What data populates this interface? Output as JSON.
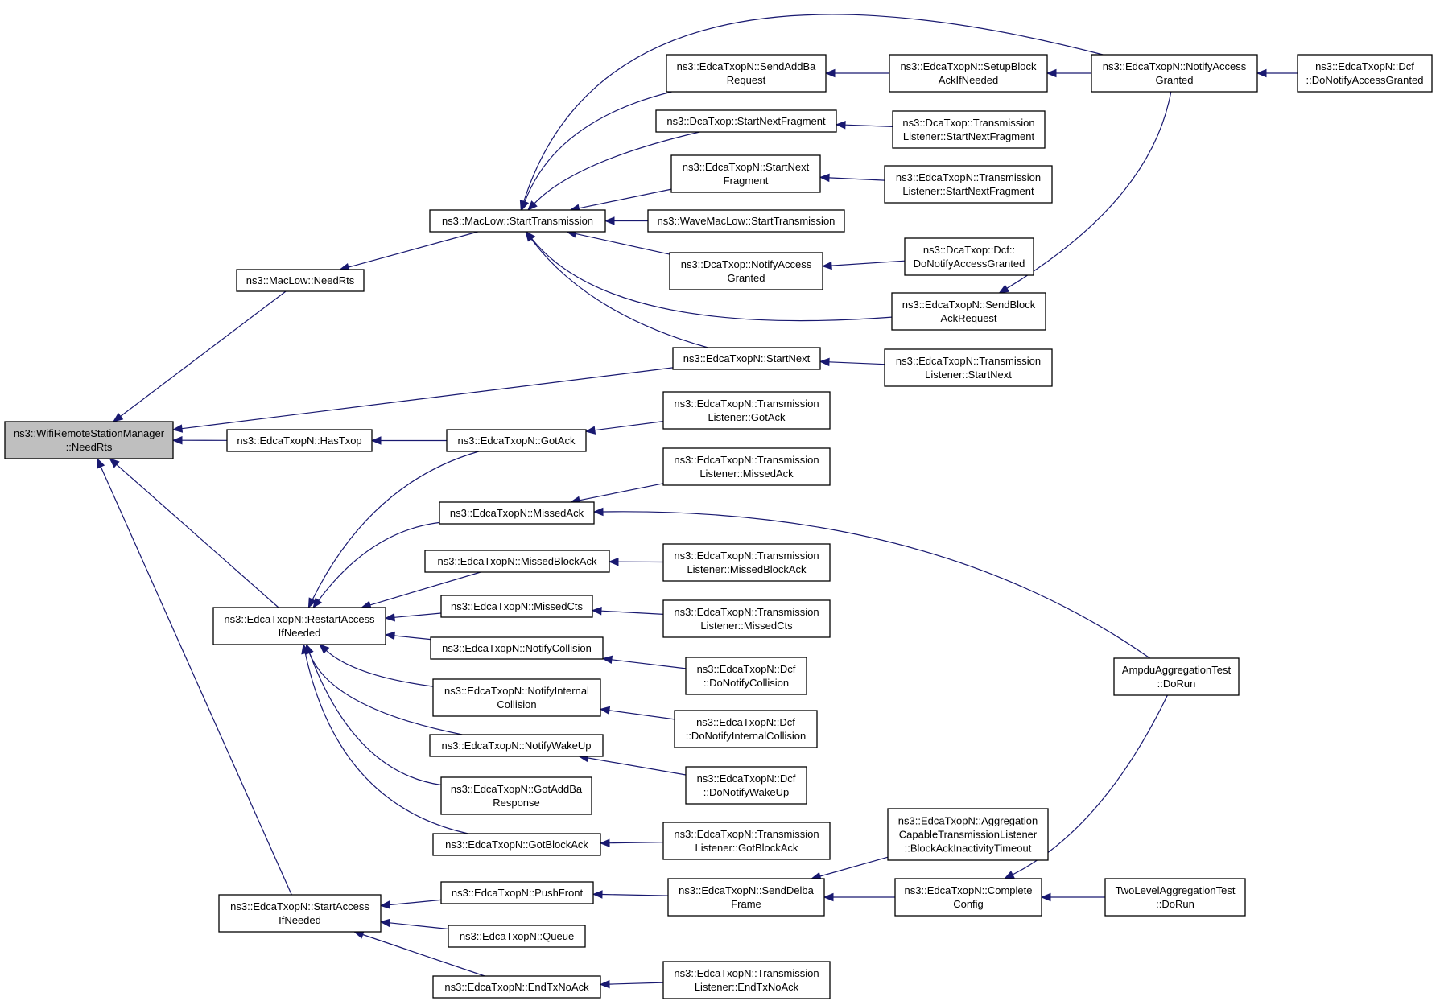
{
  "graph": {
    "accent_color": "#191970",
    "root_fill": "#bfbfbf",
    "nodes": [
      {
        "id": "root",
        "lines": [
          "ns3::WifiRemoteStationManager",
          "::NeedRts"
        ],
        "root": true
      },
      {
        "id": "mlNeedRts",
        "lines": [
          "ns3::MacLow::NeedRts"
        ]
      },
      {
        "id": "hasTxop",
        "lines": [
          "ns3::EdcaTxopN::HasTxop"
        ]
      },
      {
        "id": "restart",
        "lines": [
          "ns3::EdcaTxopN::RestartAccess",
          "IfNeeded"
        ]
      },
      {
        "id": "startAccess",
        "lines": [
          "ns3::EdcaTxopN::StartAccess",
          "IfNeeded"
        ]
      },
      {
        "id": "mlStartTx",
        "lines": [
          "ns3::MacLow::StartTransmission"
        ]
      },
      {
        "id": "startNext",
        "lines": [
          "ns3::EdcaTxopN::StartNext"
        ]
      },
      {
        "id": "gotAck",
        "lines": [
          "ns3::EdcaTxopN::GotAck"
        ]
      },
      {
        "id": "missedAck",
        "lines": [
          "ns3::EdcaTxopN::MissedAck"
        ]
      },
      {
        "id": "missedBA",
        "lines": [
          "ns3::EdcaTxopN::MissedBlockAck"
        ]
      },
      {
        "id": "missedCts",
        "lines": [
          "ns3::EdcaTxopN::MissedCts"
        ]
      },
      {
        "id": "notifyColl",
        "lines": [
          "ns3::EdcaTxopN::NotifyCollision"
        ]
      },
      {
        "id": "notifyIntColl",
        "lines": [
          "ns3::EdcaTxopN::NotifyInternal",
          "Collision"
        ]
      },
      {
        "id": "notifyWake",
        "lines": [
          "ns3::EdcaTxopN::NotifyWakeUp"
        ]
      },
      {
        "id": "gotAddBa",
        "lines": [
          "ns3::EdcaTxopN::GotAddBa",
          "Response"
        ]
      },
      {
        "id": "gotBA",
        "lines": [
          "ns3::EdcaTxopN::GotBlockAck"
        ]
      },
      {
        "id": "pushFront",
        "lines": [
          "ns3::EdcaTxopN::PushFront"
        ]
      },
      {
        "id": "queue",
        "lines": [
          "ns3::EdcaTxopN::Queue"
        ]
      },
      {
        "id": "endTxNoAck",
        "lines": [
          "ns3::EdcaTxopN::EndTxNoAck"
        ]
      },
      {
        "id": "sendAddBa",
        "lines": [
          "ns3::EdcaTxopN::SendAddBa",
          "Request"
        ]
      },
      {
        "id": "dcaStartNextFrag",
        "lines": [
          "ns3::DcaTxop::StartNextFragment"
        ]
      },
      {
        "id": "edcaStartNextFrag",
        "lines": [
          "ns3::EdcaTxopN::StartNext",
          "Fragment"
        ]
      },
      {
        "id": "waveStartTx",
        "lines": [
          "ns3::WaveMacLow::StartTransmission"
        ]
      },
      {
        "id": "dcaNotifyAccess",
        "lines": [
          "ns3::DcaTxop::NotifyAccess",
          "Granted"
        ]
      },
      {
        "id": "setupBA",
        "lines": [
          "ns3::EdcaTxopN::SetupBlock",
          "AckIfNeeded"
        ]
      },
      {
        "id": "dcaTLStartNextFrag",
        "lines": [
          "ns3::DcaTxop::Transmission",
          "Listener::StartNextFragment"
        ]
      },
      {
        "id": "edcaTLStartNextFrag",
        "lines": [
          "ns3::EdcaTxopN::Transmission",
          "Listener::StartNextFragment"
        ]
      },
      {
        "id": "dcaDcfNotify",
        "lines": [
          "ns3::DcaTxop::Dcf::",
          "DoNotifyAccessGranted"
        ]
      },
      {
        "id": "sendBAReq",
        "lines": [
          "ns3::EdcaTxopN::SendBlock",
          "AckRequest"
        ]
      },
      {
        "id": "tlStartNext",
        "lines": [
          "ns3::EdcaTxopN::Transmission",
          "Listener::StartNext"
        ]
      },
      {
        "id": "edcaNotifyAccess",
        "lines": [
          "ns3::EdcaTxopN::NotifyAccess",
          "Granted"
        ]
      },
      {
        "id": "edcaDcfNotify",
        "lines": [
          "ns3::EdcaTxopN::Dcf",
          "::DoNotifyAccessGranted"
        ]
      },
      {
        "id": "tlGotAck",
        "lines": [
          "ns3::EdcaTxopN::Transmission",
          "Listener::GotAck"
        ]
      },
      {
        "id": "tlMissedAck",
        "lines": [
          "ns3::EdcaTxopN::Transmission",
          "Listener::MissedAck"
        ]
      },
      {
        "id": "tlMissedBA",
        "lines": [
          "ns3::EdcaTxopN::Transmission",
          "Listener::MissedBlockAck"
        ]
      },
      {
        "id": "tlMissedCts",
        "lines": [
          "ns3::EdcaTxopN::Transmission",
          "Listener::MissedCts"
        ]
      },
      {
        "id": "dcfNotifyColl",
        "lines": [
          "ns3::EdcaTxopN::Dcf",
          "::DoNotifyCollision"
        ]
      },
      {
        "id": "dcfNotifyIntColl",
        "lines": [
          "ns3::EdcaTxopN::Dcf",
          "::DoNotifyInternalCollision"
        ]
      },
      {
        "id": "dcfNotifyWake",
        "lines": [
          "ns3::EdcaTxopN::Dcf",
          "::DoNotifyWakeUp"
        ]
      },
      {
        "id": "tlGotBA",
        "lines": [
          "ns3::EdcaTxopN::Transmission",
          "Listener::GotBlockAck"
        ]
      },
      {
        "id": "sendDelba",
        "lines": [
          "ns3::EdcaTxopN::SendDelba",
          "Frame"
        ]
      },
      {
        "id": "tlEndTxNoAck",
        "lines": [
          "ns3::EdcaTxopN::Transmission",
          "Listener::EndTxNoAck"
        ]
      },
      {
        "id": "aggBAInact",
        "lines": [
          "ns3::EdcaTxopN::Aggregation",
          "CapableTransmissionListener",
          "::BlockAckInactivityTimeout"
        ]
      },
      {
        "id": "completeConfig",
        "lines": [
          "ns3::EdcaTxopN::Complete",
          "Config"
        ]
      },
      {
        "id": "ampduTest",
        "lines": [
          "AmpduAggregationTest",
          "::DoRun"
        ]
      },
      {
        "id": "twoLevelTest",
        "lines": [
          "TwoLevelAggregationTest",
          "::DoRun"
        ]
      }
    ],
    "edges": [
      [
        "mlNeedRts",
        "root"
      ],
      [
        "startNext",
        "root"
      ],
      [
        "hasTxop",
        "root"
      ],
      [
        "restart",
        "root"
      ],
      [
        "startAccess",
        "root"
      ],
      [
        "mlStartTx",
        "mlNeedRts"
      ],
      [
        "gotAck",
        "hasTxop"
      ],
      [
        "sendAddBa",
        "mlStartTx"
      ],
      [
        "dcaStartNextFrag",
        "mlStartTx"
      ],
      [
        "edcaStartNextFrag",
        "mlStartTx"
      ],
      [
        "waveStartTx",
        "mlStartTx"
      ],
      [
        "dcaNotifyAccess",
        "mlStartTx"
      ],
      [
        "sendBAReq",
        "mlStartTx"
      ],
      [
        "startNext",
        "mlStartTx"
      ],
      [
        "edcaNotifyAccess",
        "mlStartTx"
      ],
      [
        "setupBA",
        "sendAddBa"
      ],
      [
        "edcaNotifyAccess",
        "setupBA"
      ],
      [
        "edcaDcfNotify",
        "edcaNotifyAccess"
      ],
      [
        "dcaTLStartNextFrag",
        "dcaStartNextFrag"
      ],
      [
        "edcaTLStartNextFrag",
        "edcaStartNextFrag"
      ],
      [
        "dcaDcfNotify",
        "dcaNotifyAccess"
      ],
      [
        "edcaNotifyAccess",
        "sendBAReq"
      ],
      [
        "tlStartNext",
        "startNext"
      ],
      [
        "tlGotAck",
        "gotAck"
      ],
      [
        "gotAck",
        "restart"
      ],
      [
        "missedAck",
        "restart"
      ],
      [
        "missedBA",
        "restart"
      ],
      [
        "missedCts",
        "restart"
      ],
      [
        "notifyColl",
        "restart"
      ],
      [
        "notifyIntColl",
        "restart"
      ],
      [
        "notifyWake",
        "restart"
      ],
      [
        "gotAddBa",
        "restart"
      ],
      [
        "gotBA",
        "restart"
      ],
      [
        "tlMissedAck",
        "missedAck"
      ],
      [
        "ampduTest",
        "missedAck"
      ],
      [
        "tlMissedBA",
        "missedBA"
      ],
      [
        "tlMissedCts",
        "missedCts"
      ],
      [
        "dcfNotifyColl",
        "notifyColl"
      ],
      [
        "dcfNotifyIntColl",
        "notifyIntColl"
      ],
      [
        "dcfNotifyWake",
        "notifyWake"
      ],
      [
        "tlGotBA",
        "gotBA"
      ],
      [
        "pushFront",
        "startAccess"
      ],
      [
        "queue",
        "startAccess"
      ],
      [
        "endTxNoAck",
        "startAccess"
      ],
      [
        "sendDelba",
        "pushFront"
      ],
      [
        "aggBAInact",
        "sendDelba"
      ],
      [
        "completeConfig",
        "sendDelba"
      ],
      [
        "ampduTest",
        "completeConfig"
      ],
      [
        "twoLevelTest",
        "completeConfig"
      ],
      [
        "tlEndTxNoAck",
        "endTxNoAck"
      ]
    ]
  }
}
